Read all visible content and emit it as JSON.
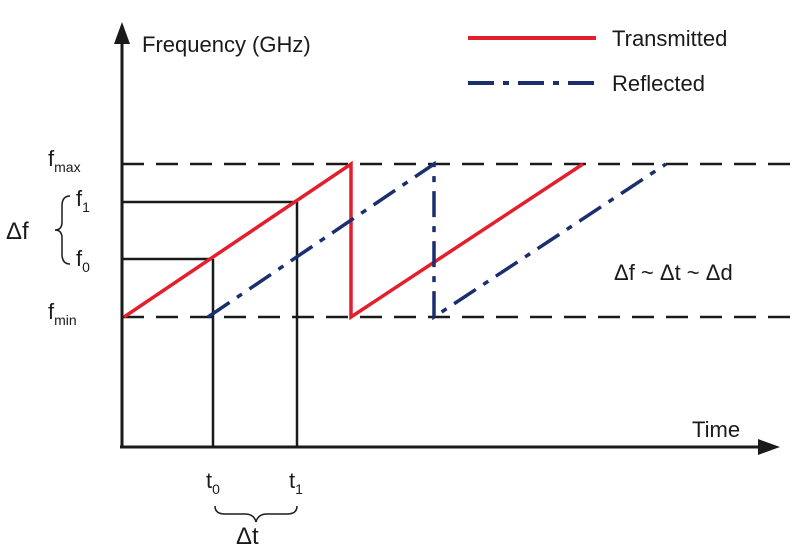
{
  "diagram": {
    "y_axis_label": "Frequency (GHz)",
    "x_axis_label": "Time",
    "levels": {
      "fmax": {
        "base": "f",
        "sub": "max"
      },
      "f1": {
        "base": "f",
        "sub": "1"
      },
      "f0": {
        "base": "f",
        "sub": "0"
      },
      "fmin": {
        "base": "f",
        "sub": "min"
      }
    },
    "delta_f_label": "Δf",
    "time_marks": {
      "t0": {
        "base": "t",
        "sub": "0"
      },
      "t1": {
        "base": "t",
        "sub": "1"
      }
    },
    "delta_t_label": "Δt",
    "relation_label": "Δf ~ Δt ~ Δd",
    "legend": {
      "transmitted": {
        "label": "Transmitted",
        "color": "#e31e2d",
        "style": "solid"
      },
      "reflected": {
        "label": "Reflected",
        "color": "#1b2f6e",
        "style": "dash-dot"
      }
    },
    "colors": {
      "axis": "#1a1a1a",
      "guide": "#1a1a1a"
    }
  }
}
